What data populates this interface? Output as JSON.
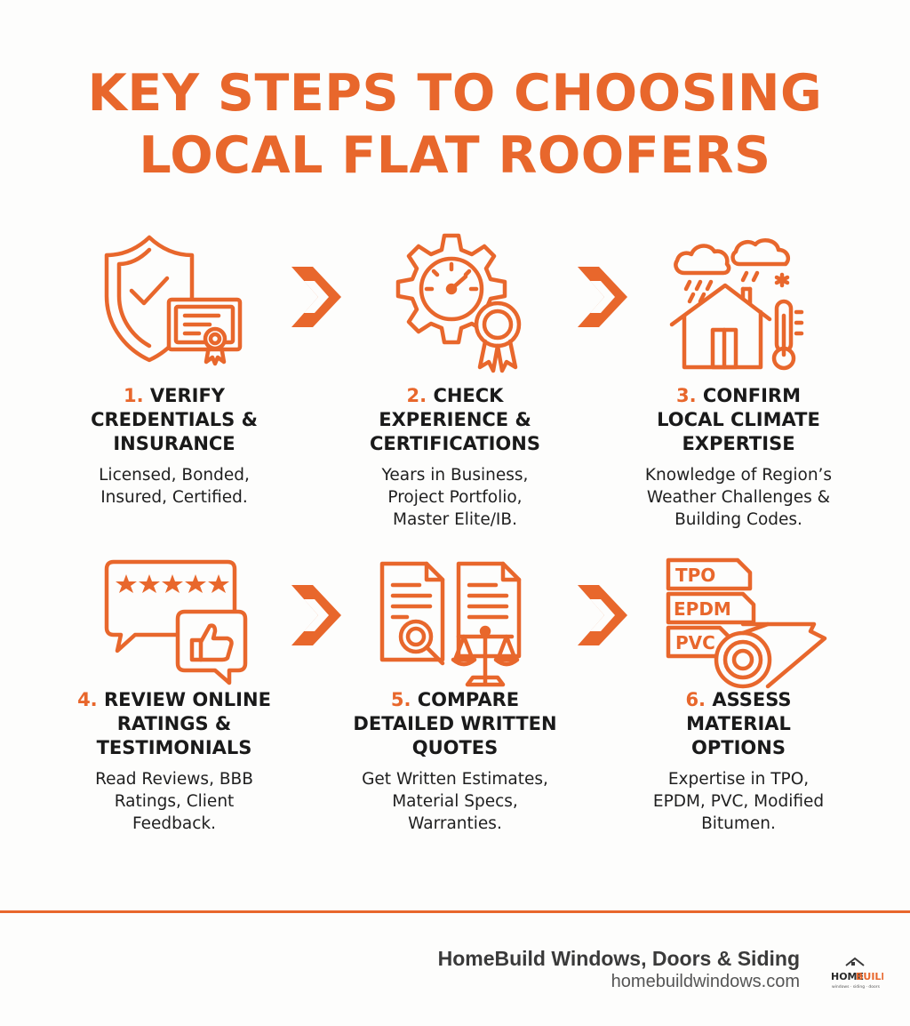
{
  "title": {
    "line1": "KEY STEPS TO CHOOSING",
    "line2": "LOCAL FLAT ROOFERS"
  },
  "colors": {
    "accent": "#e8672c",
    "text": "#1a1a1a"
  },
  "steps": [
    {
      "number": "1.",
      "title_lines": [
        "VERIFY",
        "CREDENTIALS &",
        "INSURANCE"
      ],
      "desc_lines": [
        "Licensed, Bonded,",
        "Insured, Certified."
      ],
      "icon": "shield-certificate-icon"
    },
    {
      "number": "2.",
      "title_lines": [
        "CHECK",
        "EXPERIENCE &",
        "CERTIFICATIONS"
      ],
      "desc_lines": [
        "Years in Business,",
        "Project Portfolio,",
        "Master Elite/IB."
      ],
      "icon": "gear-gauge-badge-icon"
    },
    {
      "number": "3.",
      "title_lines": [
        "CONFIRM",
        "LOCAL CLIMATE",
        "EXPERTISE"
      ],
      "desc_lines": [
        "Knowledge of Region’s",
        "Weather Challenges &",
        "Building Codes."
      ],
      "icon": "house-weather-icon"
    },
    {
      "number": "4.",
      "title_lines": [
        "REVIEW ONLINE",
        "RATINGS &",
        "TESTIMONIALS"
      ],
      "desc_lines": [
        "Read Reviews, BBB",
        "Ratings, Client",
        "Feedback."
      ],
      "icon": "review-thumbs-up-icon"
    },
    {
      "number": "5.",
      "title_lines": [
        "COMPARE",
        "DETAILED WRITTEN",
        "QUOTES"
      ],
      "desc_lines": [
        "Get Written Estimates,",
        "Material Specs,",
        "Warranties."
      ],
      "icon": "documents-scale-icon"
    },
    {
      "number": "6.",
      "title_lines": [
        "ASSESS",
        "MATERIAL",
        "OPTIONS"
      ],
      "desc_lines": [
        "Expertise in TPO,",
        "EPDM, PVC, Modified",
        "Bitumen."
      ],
      "icon": "roofing-materials-icon",
      "icon_labels": [
        "TPO",
        "EPDM",
        "PVC"
      ]
    }
  ],
  "footer": {
    "brand": "HomeBuild Windows, Doors & Siding",
    "url": "homebuildwindows.com",
    "logo_text_a": "HOME",
    "logo_text_b": "BUILD",
    "logo_tagline": "windows · siding · doors"
  }
}
